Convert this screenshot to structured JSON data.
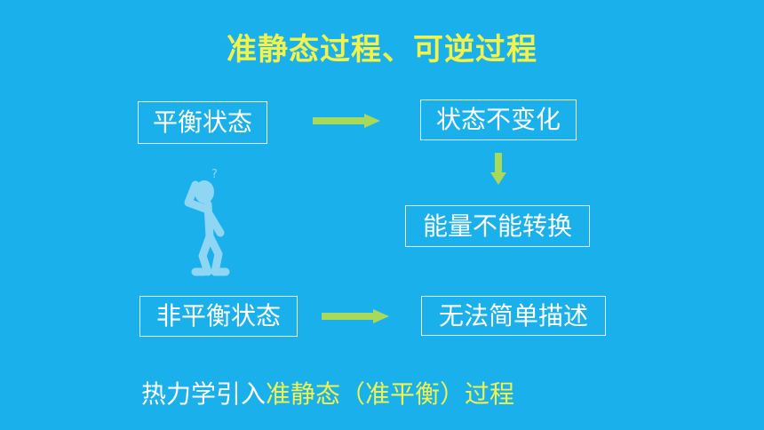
{
  "title": "准静态过程、可逆过程",
  "nodes": {
    "equilibrium": "平衡状态",
    "state_unchanged": "状态不变化",
    "energy_no_conversion": "能量不能转换",
    "non_equilibrium": "非平衡状态",
    "cannot_describe": "无法简单描述"
  },
  "bottom_line": {
    "prefix": "热力学引入",
    "term1": "准静态",
    "paren": "（准平衡）",
    "term2": "过程"
  },
  "figure_question_mark": "?",
  "icons": [
    "right-arrow-icon",
    "down-arrow-icon",
    "thinking-person-icon"
  ],
  "colors": {
    "background": "#1ab0ec",
    "highlight": "#f2f24a",
    "arrow": "#a8d95a"
  }
}
